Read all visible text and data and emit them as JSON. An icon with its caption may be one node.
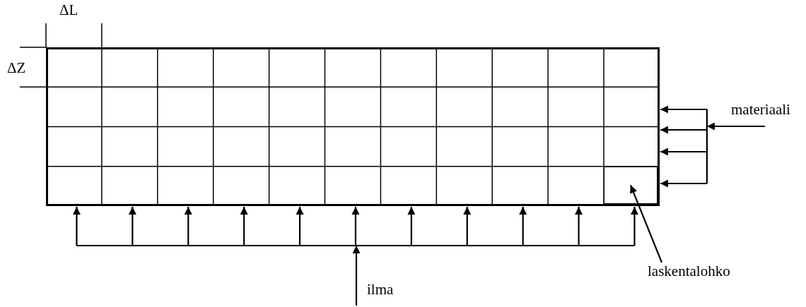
{
  "diagram": {
    "nodes": [
      {
        "text": [],
        "shape": "box"
      },
      {
        "text": [
          "materiaali"
        ]
      },
      {
        "text": [
          "ilma"
        ]
      },
      {
        "text": [
          "laskentalohko"
        ]
      },
      {
        "text": [],
        "shape": "box",
        "in": 0
      }
    ],
    "edges": [
      {
        "from": 1,
        "to": 0,
        "arrow": "to"
      },
      {
        "from": 2,
        "to": 0,
        "arrow": "to"
      },
      {
        "from": 3,
        "to": 4,
        "arrow": "to"
      },
      {
        "from": 1,
        "to": 4,
        "arrow": "to"
      },
      {
        "from": 2,
        "to": 4,
        "arrow": "to"
      }
    ],
    "labels": [
      "ΔL",
      "ΔZ"
    ]
  }
}
